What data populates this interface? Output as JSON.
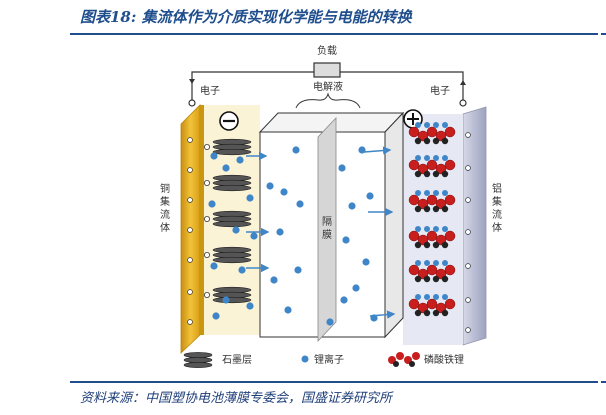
{
  "figure": {
    "title": "图表18: 集流体作为介质实现化学能与电能的转换",
    "source": "资料来源：中国塑协电池薄膜专委会，国盛证券研究所"
  },
  "diagram": {
    "load_label": "负载",
    "electron_left": "电子",
    "electron_right": "电子",
    "electrolyte_label": "电解液",
    "separator_label": "隔膜",
    "copper_collector_label": "铜集流体",
    "aluminum_collector_label": "铝集流体",
    "minus_sign": "−",
    "plus_sign": "+",
    "legend": {
      "graphite": "石墨层",
      "lithium_ion": "锂离子",
      "lfp": "磷酸铁锂"
    },
    "colors": {
      "copper": "#e8b020",
      "aluminum": "#b8bcd4",
      "ion": "#3f86c8",
      "iron_phosphate": "#c81e1e",
      "wire": "#333333",
      "arrow": "#3f86c8"
    }
  }
}
